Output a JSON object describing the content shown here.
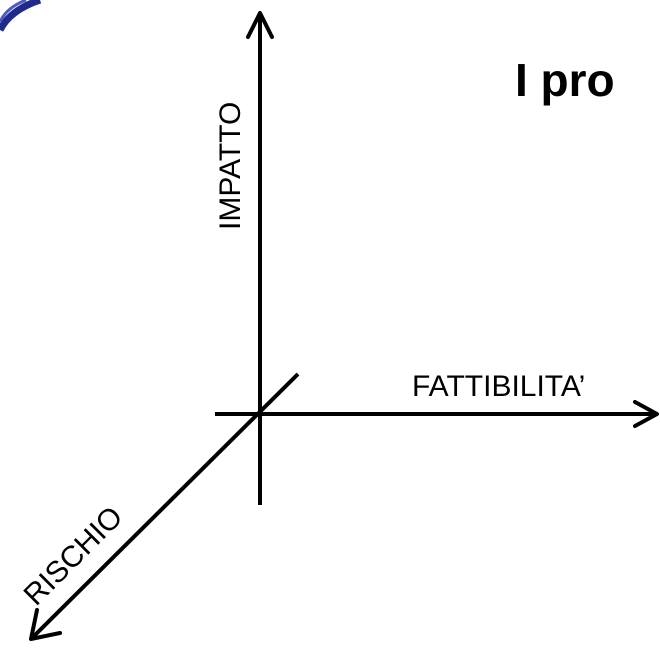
{
  "title": "I pro",
  "axes": {
    "vertical_label": "IMPATTO",
    "horizontal_label": "FATTIBILITA’",
    "diagonal_label": "RISCHIO"
  },
  "colors": {
    "background": "#ffffff",
    "lines": "#000000",
    "corner_logo": "#1f2a8a"
  },
  "icons": {
    "corner_logo": "logo-fragment-icon"
  }
}
